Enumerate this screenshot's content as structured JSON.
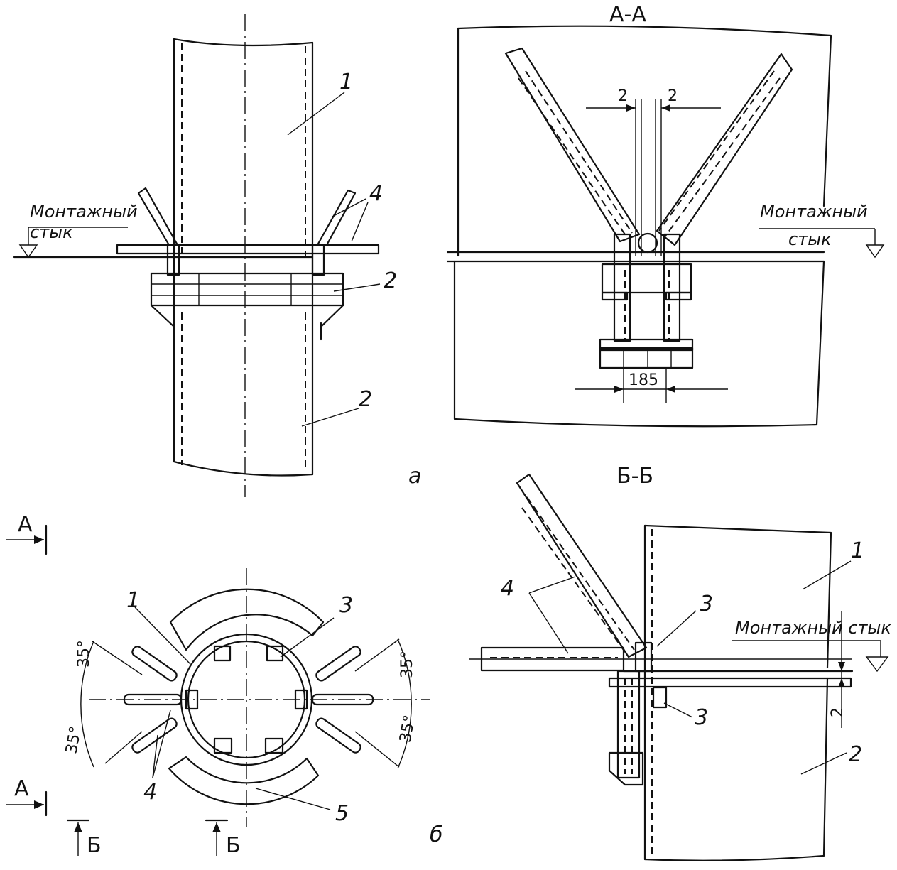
{
  "labels": {
    "section_aa": "А-А",
    "section_bb": "Б-Б",
    "view_a": "а",
    "view_b": "б",
    "mount_joint_line1": "Монтажный",
    "mount_joint_line2": "стык",
    "mount_joint_full": "Монтажный стык",
    "arrow_a": "А",
    "arrow_b": "Б",
    "dim_2": "2",
    "dim_185": "185",
    "angle_35": "35°",
    "part_1": "1",
    "part_2": "2",
    "part_3": "3",
    "part_4": "4",
    "part_5": "5"
  }
}
